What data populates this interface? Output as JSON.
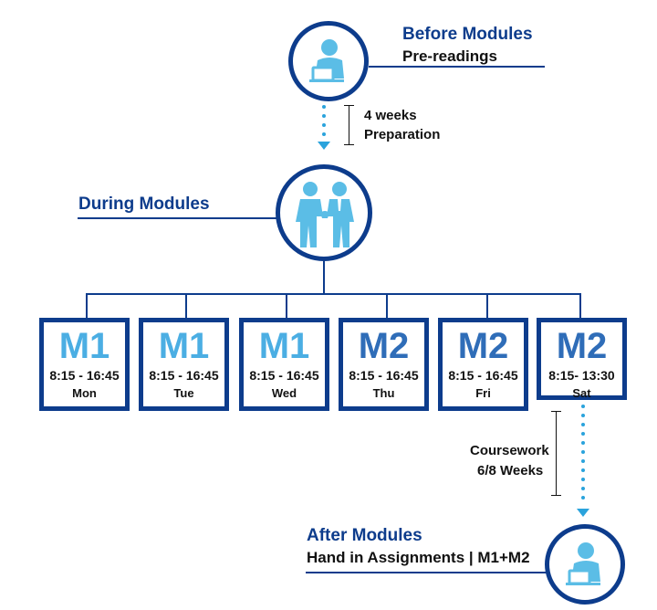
{
  "before": {
    "title": "Before Modules",
    "subtitle": "Pre-readings"
  },
  "prep": {
    "line1": "4 weeks",
    "line2": "Preparation"
  },
  "during": {
    "title": "During Modules"
  },
  "modules": [
    {
      "code": "M1",
      "time": "8:15 - 16:45",
      "day": "Mon",
      "color": "#4baee3"
    },
    {
      "code": "M1",
      "time": "8:15 - 16:45",
      "day": "Tue",
      "color": "#4baee3"
    },
    {
      "code": "M1",
      "time": "8:15 - 16:45",
      "day": "Wed",
      "color": "#4baee3"
    },
    {
      "code": "M2",
      "time": "8:15 - 16:45",
      "day": "Thu",
      "color": "#2f6db8"
    },
    {
      "code": "M2",
      "time": "8:15 - 16:45",
      "day": "Fri",
      "color": "#2f6db8"
    },
    {
      "code": "M2",
      "time": "8:15- 13:30",
      "day": "Sat",
      "color": "#2f6db8"
    }
  ],
  "coursework": {
    "line1": "Coursework",
    "line2": "6/8 Weeks"
  },
  "after": {
    "title": "After Modules",
    "subtitle": "Hand in Assignments | M1+M2"
  },
  "colors": {
    "navy": "#0d3c8c",
    "light_blue": "#4baee3",
    "mid_blue": "#2f6db8",
    "dot": "#2aa3dc",
    "icon": "#5bbde6"
  },
  "icons": {
    "before": "person-at-laptop-icon",
    "during": "handshake-icon",
    "after": "person-at-laptop-icon"
  }
}
